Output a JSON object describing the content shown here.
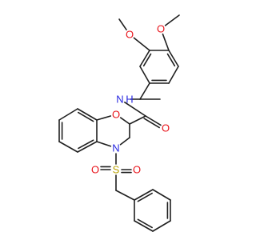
{
  "molecule": {
    "labels": {
      "o_methoxy_top": "O",
      "o_methoxy_mid": "O",
      "o_ring": "O",
      "o_carbonyl": "O",
      "n_amide": "N",
      "h_amide": "H",
      "n_ring": "N",
      "s": "S",
      "o_sulfonyl_left": "O",
      "o_sulfonyl_right": "O"
    },
    "colors": {
      "oxygen": "#e8131a",
      "nitrogen": "#2727e0",
      "sulfur": "#b8a000",
      "carbon": "#1f1f1f"
    }
  }
}
